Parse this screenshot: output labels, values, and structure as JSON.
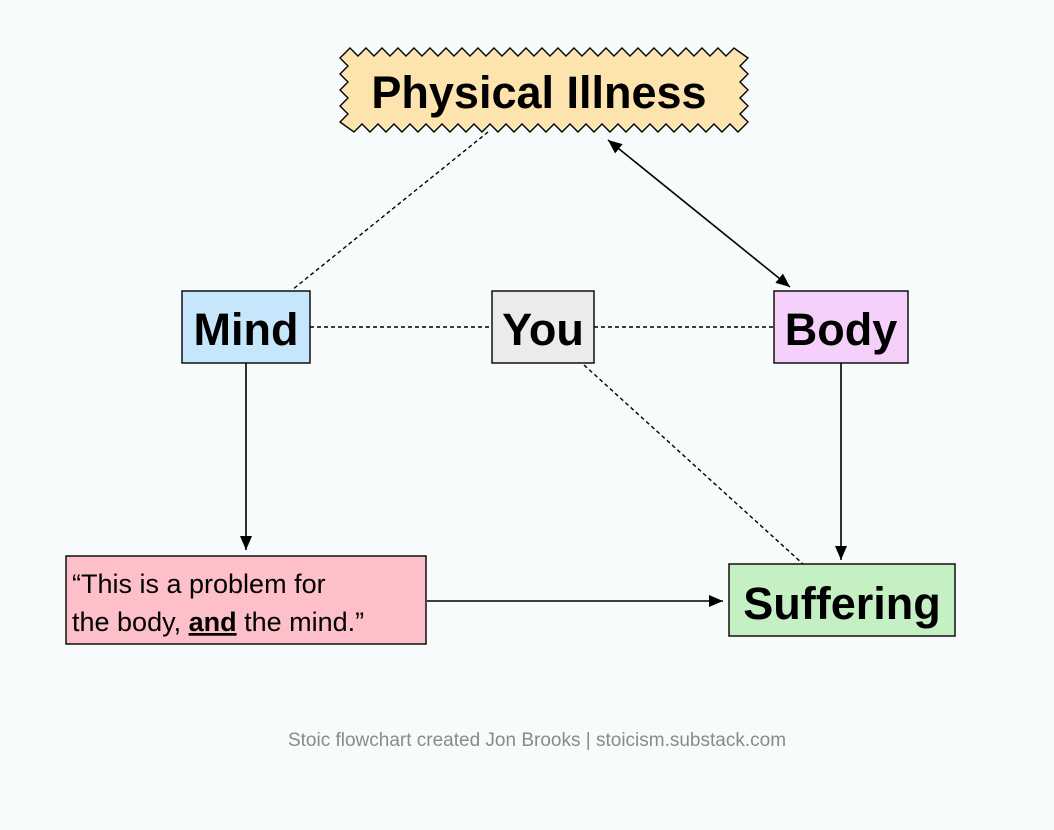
{
  "nodes": {
    "physical_illness": {
      "label": "Physical Illness",
      "fill": "#fde3ad"
    },
    "mind": {
      "label": "Mind",
      "fill": "#c6e6fb"
    },
    "you": {
      "label": "You",
      "fill": "#ebebeb"
    },
    "body": {
      "label": "Body",
      "fill": "#f4d0fb"
    },
    "quote": {
      "line1": "“This is a problem for",
      "line2_before": "the body, ",
      "line2_emphasis": "and",
      "line2_after": " the mind.”",
      "fill": "#fec0c8"
    },
    "suffering": {
      "label": "Suffering",
      "fill": "#c4f0c4"
    }
  },
  "edges": [
    {
      "from": "physical_illness",
      "to": "mind",
      "style": "dashed",
      "arrow": "none"
    },
    {
      "from": "physical_illness",
      "to": "body",
      "style": "solid",
      "arrow": "both"
    },
    {
      "from": "mind",
      "to": "you",
      "style": "dashed",
      "arrow": "none"
    },
    {
      "from": "you",
      "to": "body",
      "style": "dashed",
      "arrow": "none"
    },
    {
      "from": "you",
      "to": "suffering",
      "style": "dashed",
      "arrow": "none"
    },
    {
      "from": "mind",
      "to": "quote",
      "style": "solid",
      "arrow": "end"
    },
    {
      "from": "body",
      "to": "suffering",
      "style": "solid",
      "arrow": "end"
    },
    {
      "from": "quote",
      "to": "suffering",
      "style": "solid",
      "arrow": "end"
    }
  ],
  "footer": "Stoic flowchart created Jon Brooks | stoicism.substack.com",
  "colors": {
    "background": "#f7fbfb",
    "stroke": "#000000",
    "footer": "#8a8a8a"
  }
}
